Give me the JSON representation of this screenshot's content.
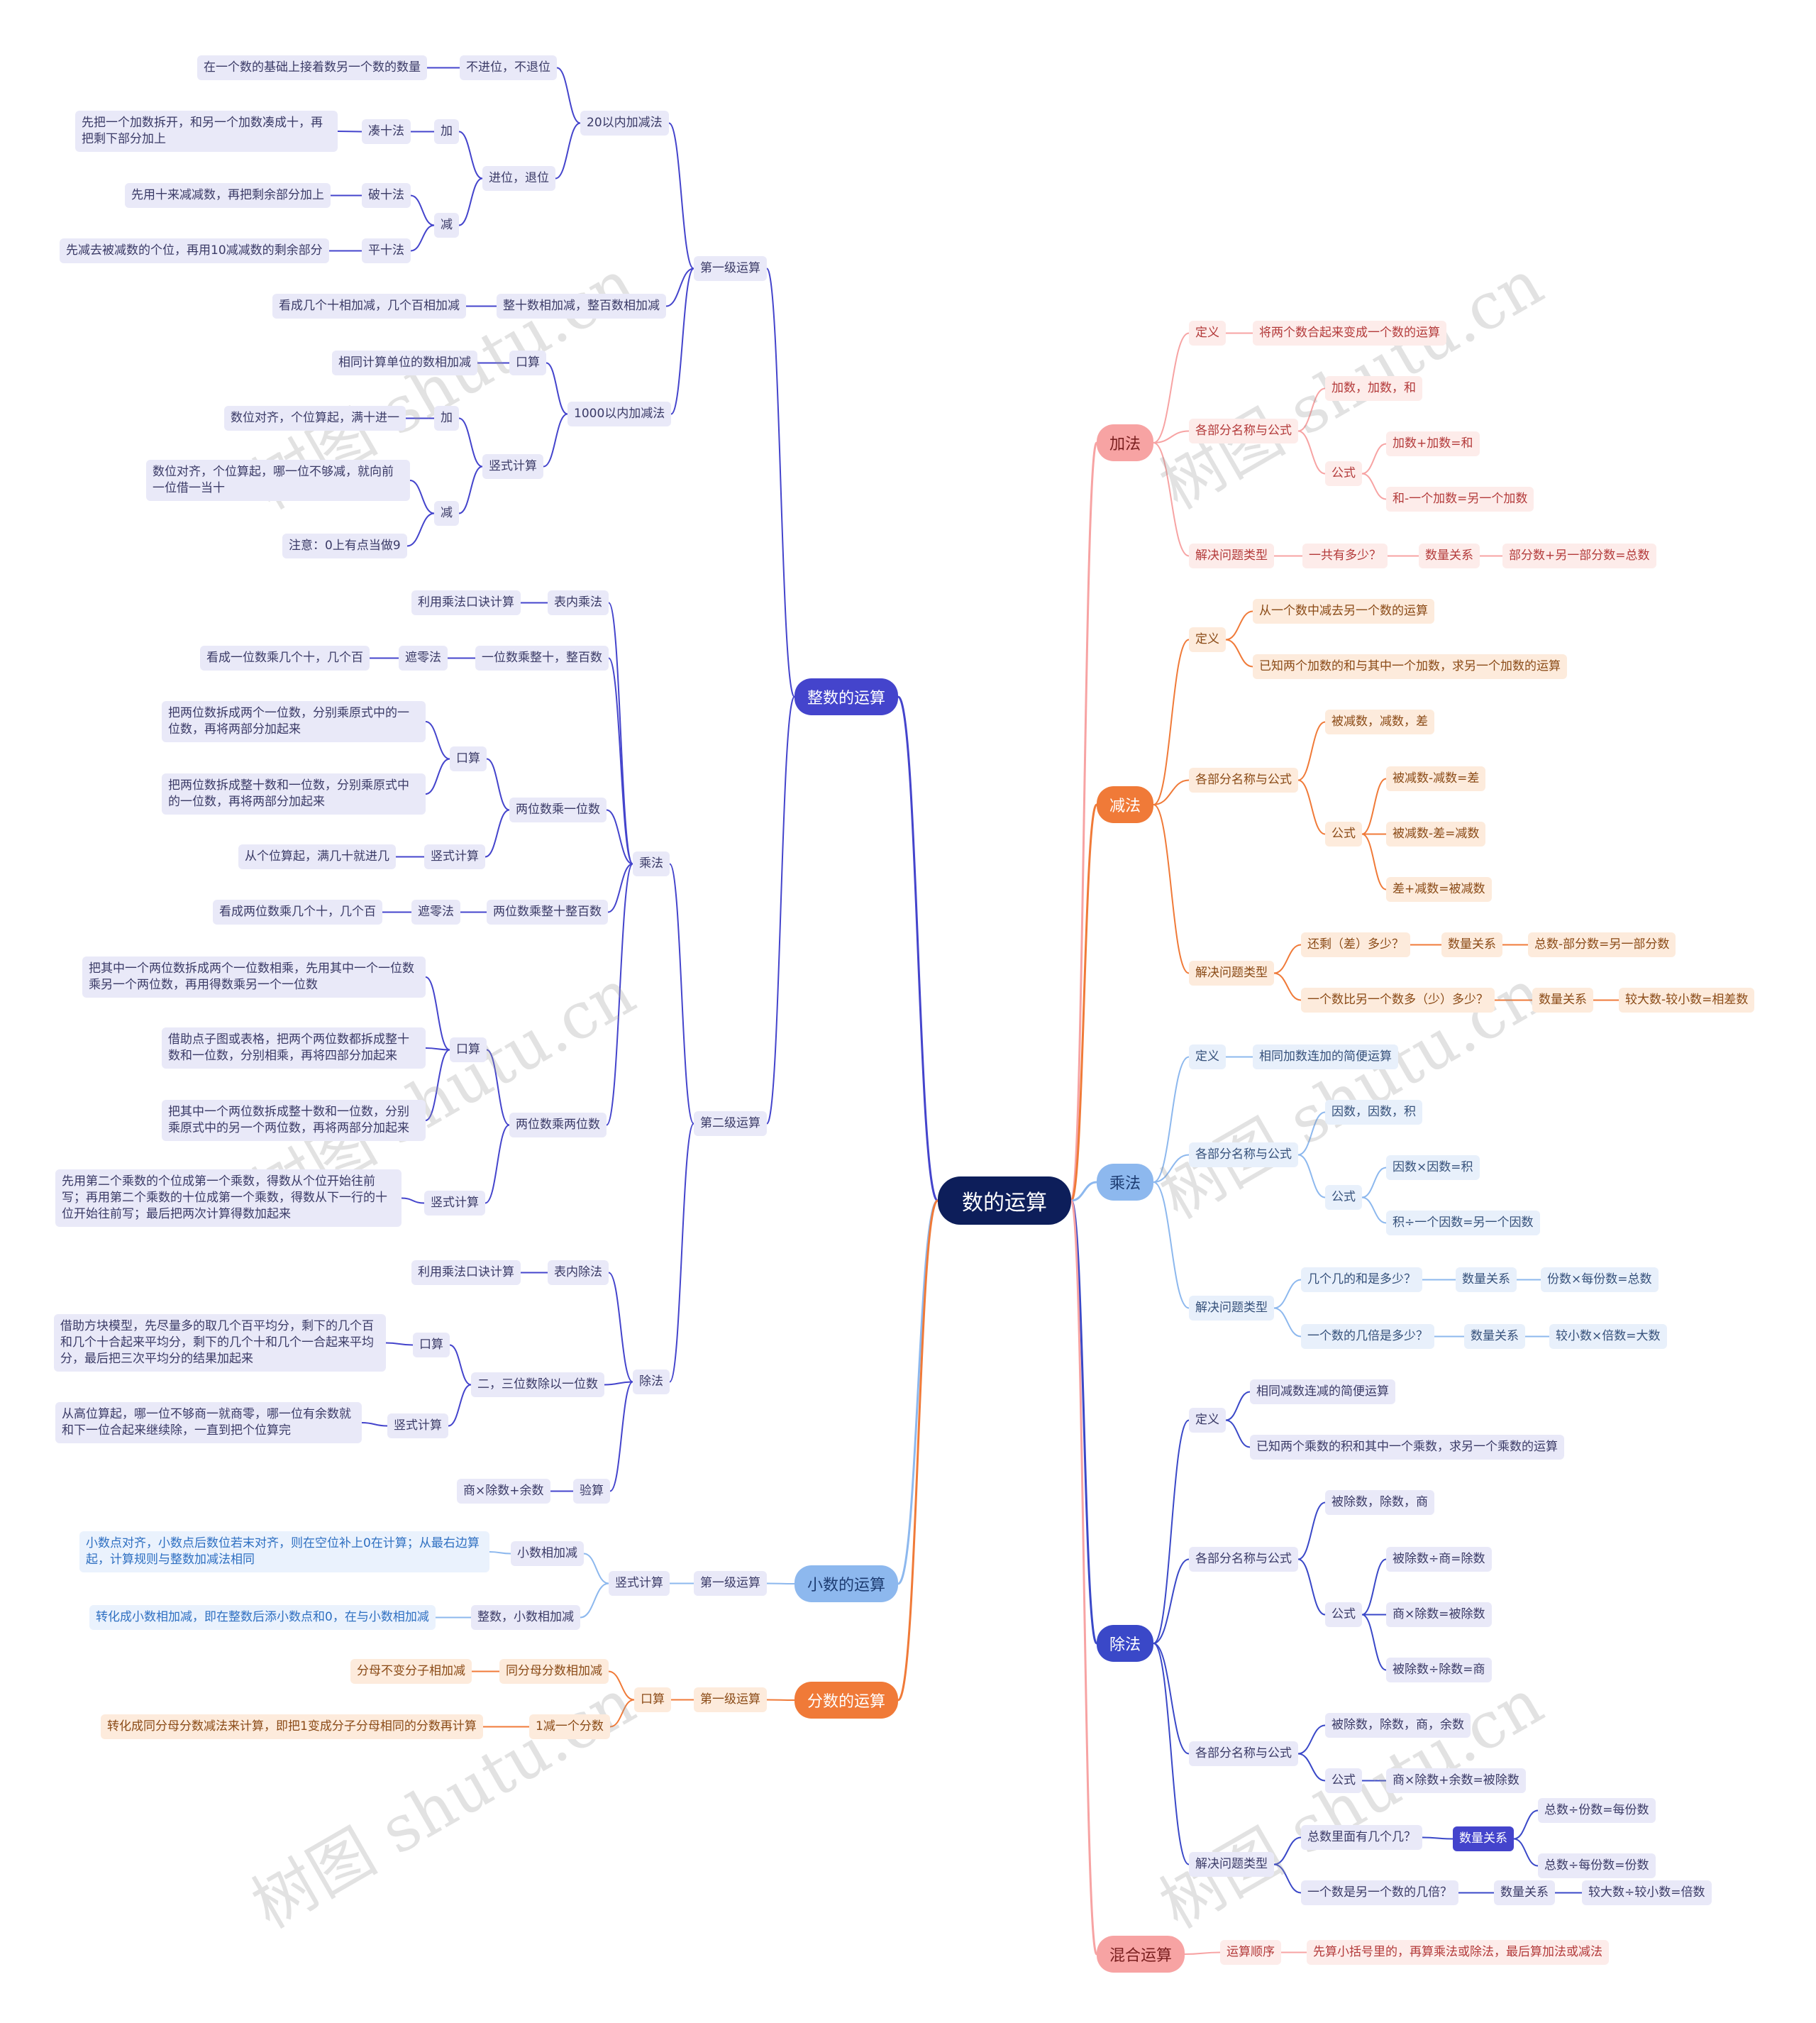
{
  "root": "数的运算",
  "watermark": "树图 shutu.cn",
  "colors": {
    "root": "#0d1e5a",
    "integer": "#4444cc",
    "decimal": "#8db8ee",
    "fraction": "#f07a38",
    "add": "#f7a3a3",
    "sub": "#f07a38",
    "mul": "#8db8ee",
    "div": "#3a48c8",
    "mixed": "#f7a3a3"
  },
  "left": {
    "integer": {
      "label": "整数的运算",
      "l1": {
        "label": "第一级运算",
        "within20": {
          "label": "20以内加减法",
          "noCarry": {
            "label": "不进位，不退位",
            "desc": "在一个数的基础上接着数另一个数的数量"
          },
          "carry": {
            "label": "进位，退位",
            "add": {
              "label": "加",
              "method": "凑十法",
              "desc": "先把一个加数拆开，和另一个加数凑成十，再把剩下部分加上"
            },
            "sub": {
              "label": "减",
              "m1": "破十法",
              "d1": "先用十来减减数，再把剩余部分加上",
              "m2": "平十法",
              "d2": "先减去被减数的个位，再用10减减数的剩余部分"
            }
          }
        },
        "tens": {
          "label": "整十数相加减，整百数相加减",
          "desc": "看成几个十相加减，几个百相加减"
        },
        "within1000": {
          "label": "1000以内加减法",
          "oral": {
            "label": "口算",
            "desc": "相同计算单位的数相加减"
          },
          "vertical": {
            "label": "竖式计算",
            "add": {
              "label": "加",
              "desc": "数位对齐，个位算起，满十进一"
            },
            "sub": {
              "label": "减",
              "desc": "数位对齐，个位算起，哪一位不够减，就向前一位借一当十"
            },
            "note": "注意：0上有点当做9"
          }
        }
      },
      "l2": {
        "label": "第二级运算",
        "mul": {
          "label": "乘法",
          "table": {
            "label": "表内乘法",
            "desc": "利用乘法口诀计算"
          },
          "oneDigitTens": {
            "label": "一位数乘整十，整百数",
            "method": "遮零法",
            "desc": "看成一位数乘几个十，几个百"
          },
          "twoByOne": {
            "label": "两位数乘一位数",
            "oral": {
              "label": "口算",
              "d1": "把两位数拆成两个一位数，分别乘原式中的一位数，再将两部分加起来",
              "d2": "把两位数拆成整十数和一位数，分别乘原式中的一位数，再将两部分加起来"
            },
            "vertical": {
              "label": "竖式计算",
              "desc": "从个位算起，满几十就进几"
            }
          },
          "twoByTens": {
            "label": "两位数乘整十整百数",
            "method": "遮零法",
            "desc": "看成两位数乘几个十，几个百"
          },
          "twoByTwo": {
            "label": "两位数乘两位数",
            "oral": {
              "label": "口算",
              "d1": "把其中一个两位数拆成两个一位数相乘，先用其中一个一位数乘另一个两位数，再用得数乘另一个一位数",
              "d2": "借助点子图或表格，把两个两位数都拆成整十数和一位数，分别相乘，再将四部分加起来",
              "d3": "把其中一个两位数拆成整十数和一位数，分别乘原式中的另一个两位数，再将两部分加起来"
            },
            "vertical": {
              "label": "竖式计算",
              "desc": "先用第二个乘数的个位成第一个乘数，得数从个位开始往前写；再用第二个乘数的十位成第一个乘数，得数从下一行的十位开始往前写；最后把两次计算得数加起来"
            }
          }
        },
        "div": {
          "label": "除法",
          "table": {
            "label": "表内除法",
            "desc": "利用乘法口诀计算"
          },
          "threeByOne": {
            "label": "二，三位数除以一位数",
            "oral": {
              "label": "口算",
              "desc": "借助方块模型，先尽量多的取几个百平均分，剩下的几个百和几个十合起来平均分，剩下的几个十和几个一合起来平均分，最后把三次平均分的结果加起来"
            },
            "vertical": {
              "label": "竖式计算",
              "desc": "从高位算起，哪一位不够商一就商零，哪一位有余数就和下一位合起来继续除，一直到把个位算完"
            }
          },
          "check": {
            "label": "验算",
            "desc": "商×除数+余数"
          }
        }
      }
    },
    "decimal": {
      "label": "小数的运算",
      "l1": "第一级运算",
      "vertical": "竖式计算",
      "add": {
        "label": "小数相加减",
        "desc": "小数点对齐，小数点后数位若末对齐，则在空位补上0在计算；从最右边算起，计算规则与整数加减法相同"
      },
      "mixed": {
        "label": "整数，小数相加减",
        "desc": "转化成小数相加减，即在整数后添小数点和0，在与小数相加减"
      }
    },
    "fraction": {
      "label": "分数的运算",
      "l1": "第一级运算",
      "oral": "口算",
      "same": {
        "label": "同分母分数相加减",
        "desc": "分母不变分子相加减"
      },
      "one": {
        "label": "1减一个分数",
        "desc": "转化成同分母分数减法来计算，即把1变成分子分母相同的分数再计算"
      }
    }
  },
  "right": {
    "add": {
      "label": "加法",
      "defLabel": "定义",
      "def": "将两个数合起来变成一个数的运算",
      "partsLabel": "各部分名称与公式",
      "names": "加数，加数，和",
      "formulaLabel": "公式",
      "f1": "加数+加数=和",
      "f2": "和-一个加数=另一个加数",
      "probLabel": "解决问题类型",
      "q1": "一共有多少？",
      "rel": "数量关系",
      "r1": "部分数+另一部分数=总数"
    },
    "sub": {
      "label": "减法",
      "defLabel": "定义",
      "d1": "从一个数中减去另一个数的运算",
      "d2": "已知两个加数的和与其中一个加数，求另一个加数的运算",
      "partsLabel": "各部分名称与公式",
      "names": "被减数，减数，差",
      "formulaLabel": "公式",
      "f1": "被减数-减数=差",
      "f2": "被减数-差=减数",
      "f3": "差+减数=被减数",
      "probLabel": "解决问题类型",
      "q1": "还剩（差）多少？",
      "rel1": "数量关系",
      "r1": "总数-部分数=另一部分数",
      "q2": "一个数比另一个数多（少）多少？",
      "rel2": "数量关系",
      "r2": "较大数-较小数=相差数"
    },
    "mul": {
      "label": "乘法",
      "defLabel": "定义",
      "def": "相同加数连加的简便运算",
      "partsLabel": "各部分名称与公式",
      "names": "因数，因数，积",
      "formulaLabel": "公式",
      "f1": "因数×因数=积",
      "f2": "积÷一个因数=另一个因数",
      "probLabel": "解决问题类型",
      "q1": "几个几的和是多少？",
      "rel1": "数量关系",
      "r1": "份数×每份数=总数",
      "q2": "一个数的几倍是多少？",
      "rel2": "数量关系",
      "r2": "较小数×倍数=大数"
    },
    "div": {
      "label": "除法",
      "defLabel": "定义",
      "d1": "相同减数连减的简便运算",
      "d2": "已知两个乘数的积和其中一个乘数，求另一个乘数的运算",
      "partsLabel": "各部分名称与公式",
      "names": "被除数，除数，商",
      "formulaLabel": "公式",
      "f1": "被除数÷商=除数",
      "f2": "商×除数=被除数",
      "f3": "被除数÷除数=商",
      "parts2Label": "各部分名称与公式",
      "names2": "被除数，除数，商，余数",
      "formula2Label": "公式",
      "f4": "商×除数+余数=被除数",
      "probLabel": "解决问题类型",
      "q1": "总数里面有几个几？",
      "rel1": "数量关系",
      "r1a": "总数÷份数=每份数",
      "r1b": "总数÷每份数=份数",
      "q2": "一个数是另一个数的几倍？",
      "rel2": "数量关系",
      "r2": "较大数÷较小数=倍数"
    },
    "mixed": {
      "label": "混合运算",
      "orderLabel": "运算顺序",
      "order": "先算小括号里的，再算乘法或除法，最后算加法或减法"
    }
  }
}
